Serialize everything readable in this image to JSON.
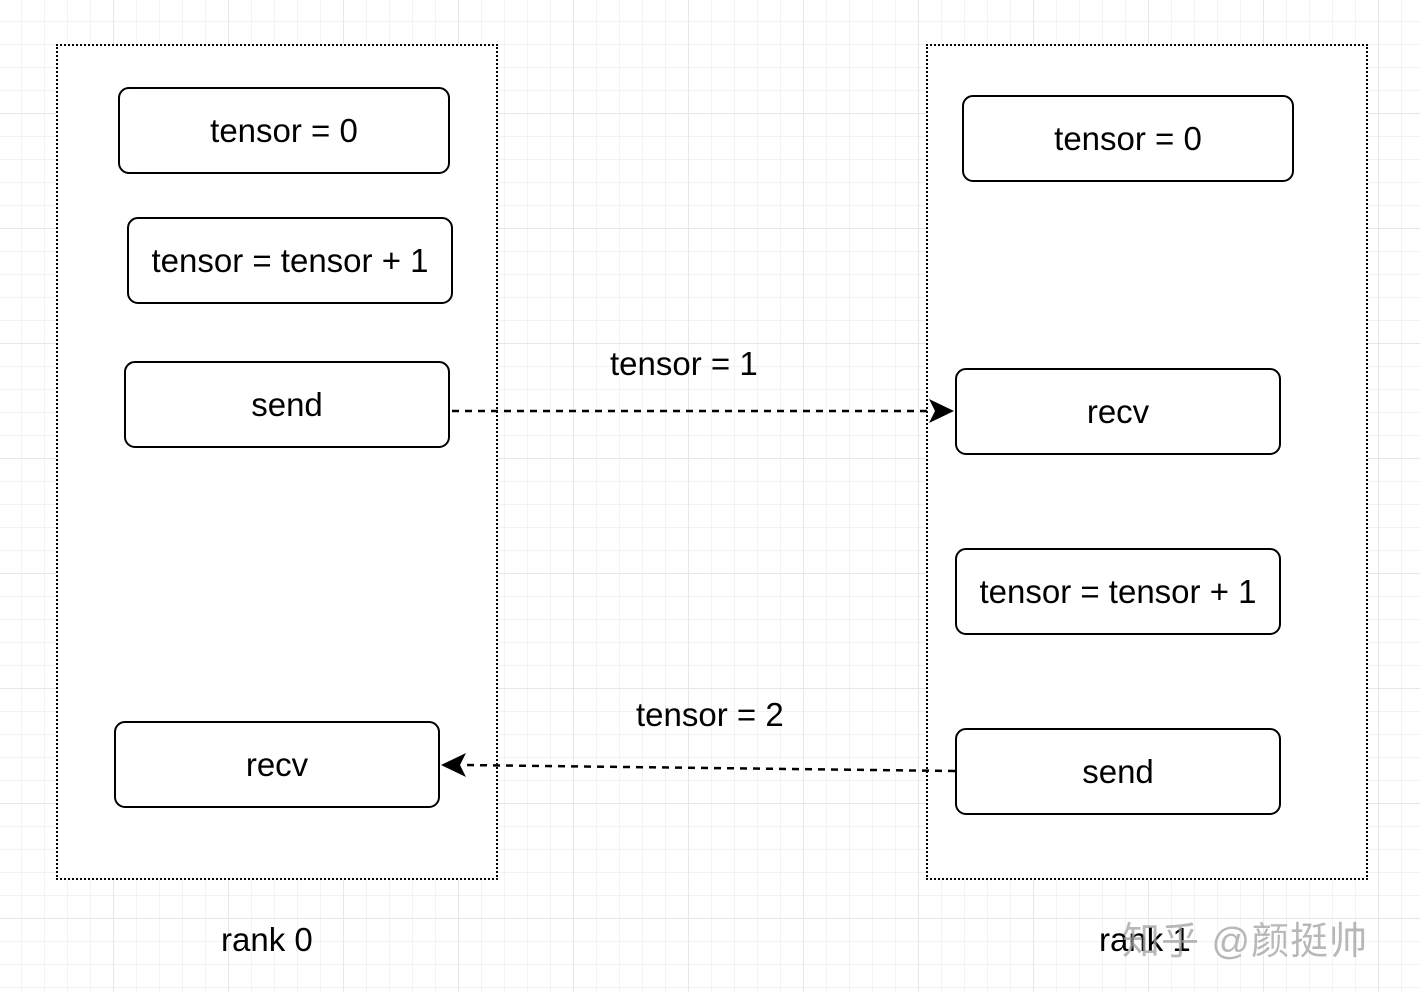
{
  "ranks": [
    {
      "label": "rank 0",
      "nodes": [
        "tensor = 0",
        "tensor = tensor + 1",
        "send",
        "recv"
      ]
    },
    {
      "label": "rank 1",
      "nodes": [
        "tensor = 0",
        "recv",
        "tensor = tensor + 1",
        "send"
      ]
    }
  ],
  "edges": [
    {
      "from": "rank 0 send",
      "to": "rank 1 recv",
      "label": "tensor = 1",
      "style": "dashed"
    },
    {
      "from": "rank 1 send",
      "to": "rank 0 recv",
      "label": "tensor = 2",
      "style": "dashed"
    }
  ],
  "watermark": "知乎 @颜挺帅",
  "colors": {
    "stroke": "#000000",
    "grid": "#e7e7e7",
    "background": "#ffffff"
  }
}
